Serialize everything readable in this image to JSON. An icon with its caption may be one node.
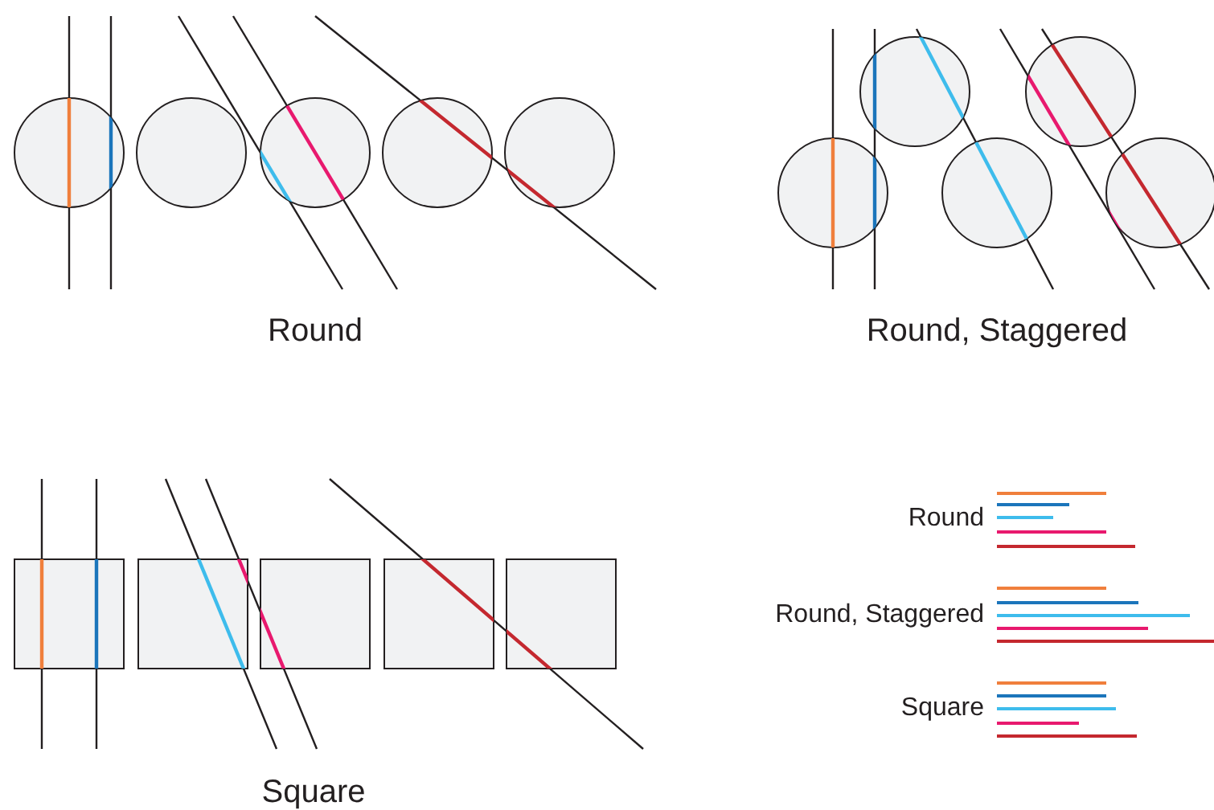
{
  "diagram": {
    "labels": [
      "Round",
      "Round, Staggered",
      "Round",
      "Round, Staggered",
      "Square",
      "Square"
    ]
  }
}
